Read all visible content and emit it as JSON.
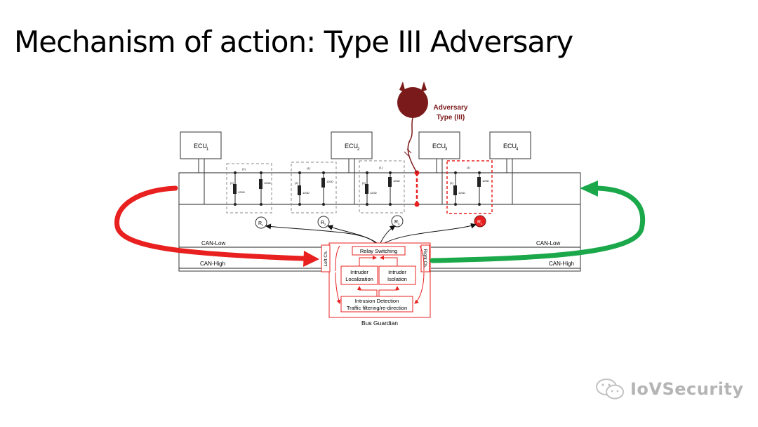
{
  "slide": {
    "title": "Mechanism of action: Type III Adversary",
    "watermark": "IoVSecurity"
  },
  "diagram": {
    "adversary_label_line1": "Adversary",
    "adversary_label_line2": "Type (III)",
    "ecus": [
      {
        "label": "ECU",
        "sub": "1"
      },
      {
        "label": "ECU",
        "sub": "2"
      },
      {
        "label": "ECU",
        "sub": "3"
      },
      {
        "label": "ECU",
        "sub": "4"
      }
    ],
    "relays": [
      {
        "label": "R",
        "sub": "1"
      },
      {
        "label": "R",
        "sub": "2"
      },
      {
        "label": "R",
        "sub": "3"
      },
      {
        "label": "R",
        "sub": "4"
      }
    ],
    "can_low_left": "CAN-Low",
    "can_high_left": "CAN-High",
    "can_low_right": "CAN-Low",
    "can_high_right": "CAN-High",
    "left_channel": "Left Ch.",
    "right_channel": "Right Ch.",
    "relay_switching": "Relay Switching",
    "intruder_localization_line1": "Intruder",
    "intruder_localization_line2": "Localization",
    "intruder_isolation_line1": "Intruder",
    "intruder_isolation_line2": "Isolation",
    "intrusion_detection_line1": "Intrusion Detection",
    "intrusion_detection_line2": "Traffic filtering/re-direction",
    "bus_guardian": "Bus Guardian",
    "resistor_label": "120Ω",
    "switch_pos_1": "(1)",
    "switch_pos_2": "(2)",
    "colors": {
      "red": "#e8201f",
      "green": "#1aa84a",
      "adversary": "#7b1a1a",
      "dashed_gray": "#8a8a8a"
    }
  }
}
